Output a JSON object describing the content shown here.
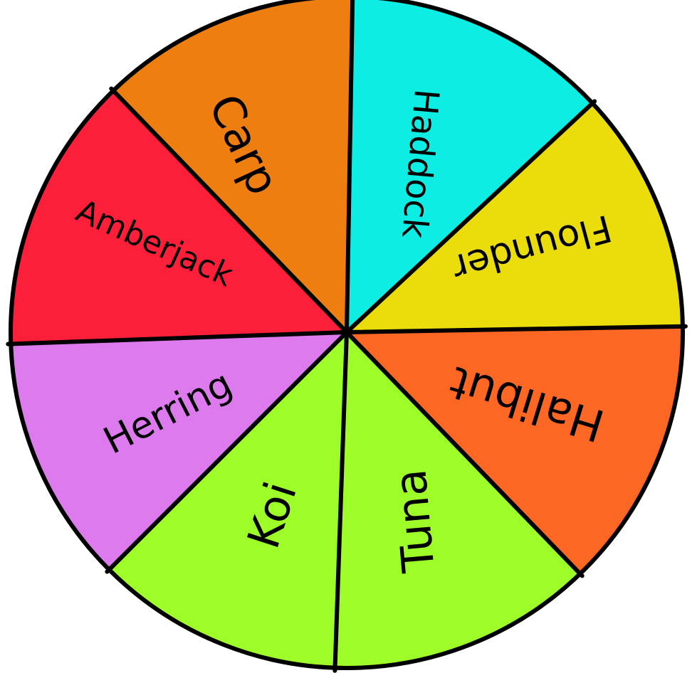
{
  "wheel": {
    "rim_color": "#000000",
    "slices": [
      {
        "label": "Haddock",
        "color": "#0EEDE3"
      },
      {
        "label": "Flounder",
        "color": "#EBDD0C"
      },
      {
        "label": "Halibut",
        "color": "#FD6724"
      },
      {
        "label": "Tuna",
        "color": "#9EFC28"
      },
      {
        "label": "Koi",
        "color": "#9EFC28"
      },
      {
        "label": "Herring",
        "color": "#DD7BEE"
      },
      {
        "label": "Amberjack",
        "color": "#FC1F3A"
      },
      {
        "label": "Carp",
        "color": "#EE7E0F"
      }
    ]
  }
}
